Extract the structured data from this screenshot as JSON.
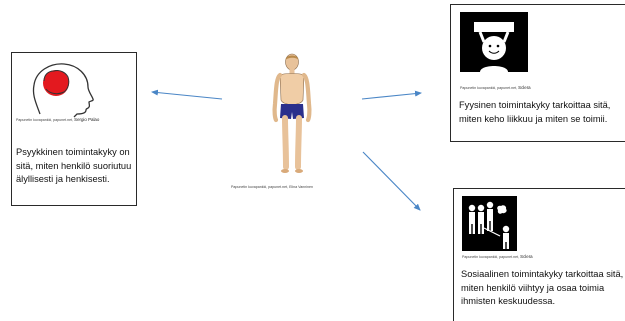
{
  "colors": {
    "arrow": "#4a86c6",
    "border": "#2a2a2a",
    "brain": "#e3191f"
  },
  "cards": {
    "psychological": {
      "credit_prefix": "Papunetin kuvapankki, papunet.net,",
      "credit_author": "Sergio Palao",
      "text": "Psyykkinen toimintakyky on sitä, miten henkilö suoriutuu älyllisesti ja henkisesti.",
      "icon": "head-with-brain-icon"
    },
    "physical": {
      "credit_prefix": "Papunetin kuvapankki, papunet.net,",
      "credit_author": "Sclera",
      "text": "Fyysinen toimintakyky tarkoittaa sitä, miten keho liikkuu ja miten se toimii.",
      "icon": "lifting-weight-icon"
    },
    "social": {
      "credit_prefix": "Papunetin kuvapankki, papunet.net,",
      "credit_author": "Sclera",
      "text": "Sosiaalinen toimintakyky tarkoittaa sitä, miten henkilö viihtyy ja osaa toimia ihmisten keskuudessa.",
      "icon": "group-of-people-icon"
    }
  },
  "human": {
    "credit": "Papunetin kuvapankki, papunet.net, Elina Vanninen",
    "icon": "human-body-icon"
  }
}
